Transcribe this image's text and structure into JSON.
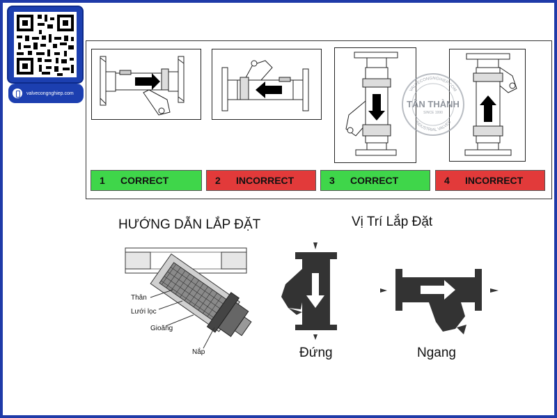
{
  "website": "valvecongnghiep.com",
  "watermark": {
    "name": "TÂN THÀNH",
    "arc_top": "VALVECONGNGHIEP.COM",
    "arc_bottom": "INDUSTRIAL VALVES",
    "since": "SINCE 1990"
  },
  "orientation_labels": [
    {
      "number": "1",
      "text": "CORRECT",
      "color": "#3fd64a"
    },
    {
      "number": "2",
      "text": "INCORRECT",
      "color": "#e23a3a"
    },
    {
      "number": "3",
      "text": "CORRECT",
      "color": "#3fd64a"
    },
    {
      "number": "4",
      "text": "INCORRECT",
      "color": "#e23a3a"
    }
  ],
  "guide_title": "HƯỚNG DẪN LẮP ĐẶT",
  "position_title": "Vị Trí Lắp Đặt",
  "parts": [
    "Thân",
    "Lưới lọc",
    "Gioăng",
    "Nắp"
  ],
  "positions": {
    "vertical": "Đứng",
    "horizontal": "Ngang"
  }
}
